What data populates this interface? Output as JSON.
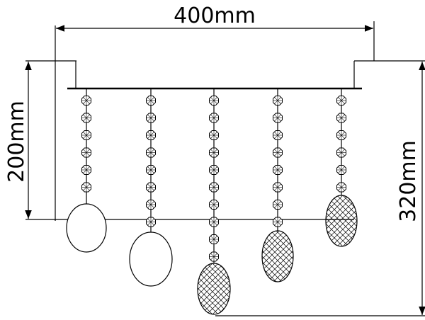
{
  "dimensions": {
    "width": "400mm",
    "height_body": "200mm",
    "height_total": "320mm"
  },
  "drop_styles": [
    "plain",
    "plain",
    "hatched",
    "hatched",
    "hatched"
  ],
  "colors": {
    "line": "#000000",
    "background": "#ffffff"
  }
}
